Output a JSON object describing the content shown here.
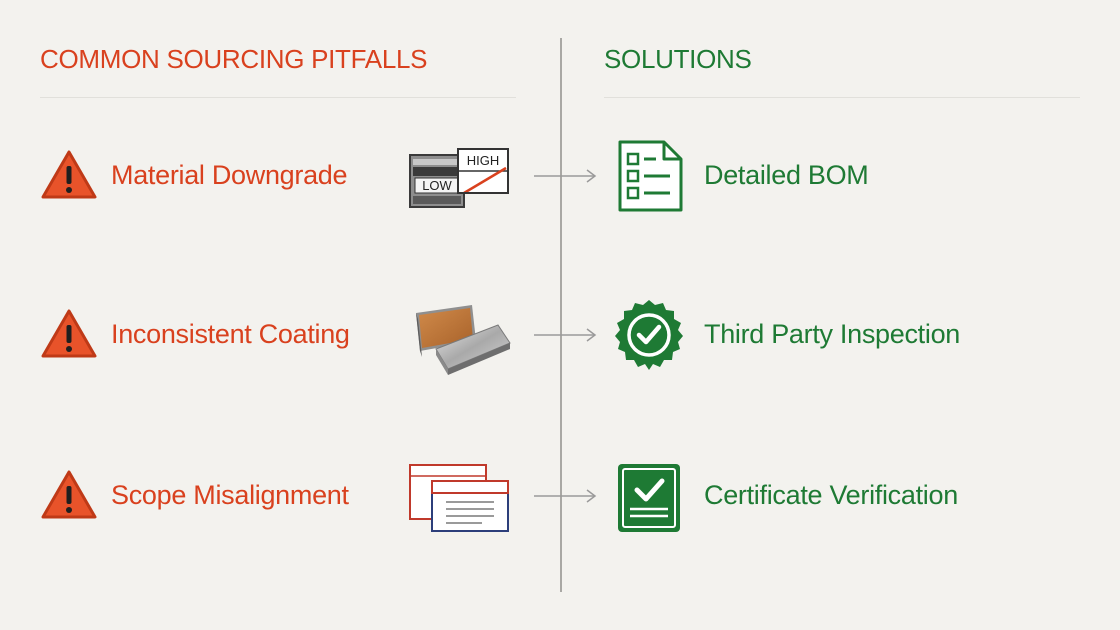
{
  "colors": {
    "pitfall": "#d9411e",
    "solution": "#1e7a34",
    "warning_fill": "#e8532a",
    "background": "#f3f2ee",
    "divider": "#a9a8a4",
    "arrow": "#9a9a9a"
  },
  "left": {
    "heading": "COMMON SOURCING PITFALLS"
  },
  "right": {
    "heading": "SOLUTIONS"
  },
  "rows": [
    {
      "pitfall": "Material Downgrade",
      "pitfall_icon": "warning-icon",
      "illustration": "low-high-swap-icon",
      "illustration_text": {
        "low": "LOW",
        "high": "HIGH"
      },
      "solution": "Detailed BOM",
      "solution_icon": "checklist-document-icon"
    },
    {
      "pitfall": "Inconsistent Coating",
      "pitfall_icon": "warning-icon",
      "illustration": "coated-plates-icon",
      "solution": "Third Party Inspection",
      "solution_icon": "inspection-seal-icon"
    },
    {
      "pitfall": "Scope Misalignment",
      "pitfall_icon": "warning-icon",
      "illustration": "overlapping-documents-icon",
      "solution": "Certificate Verification",
      "solution_icon": "certificate-check-icon"
    }
  ]
}
